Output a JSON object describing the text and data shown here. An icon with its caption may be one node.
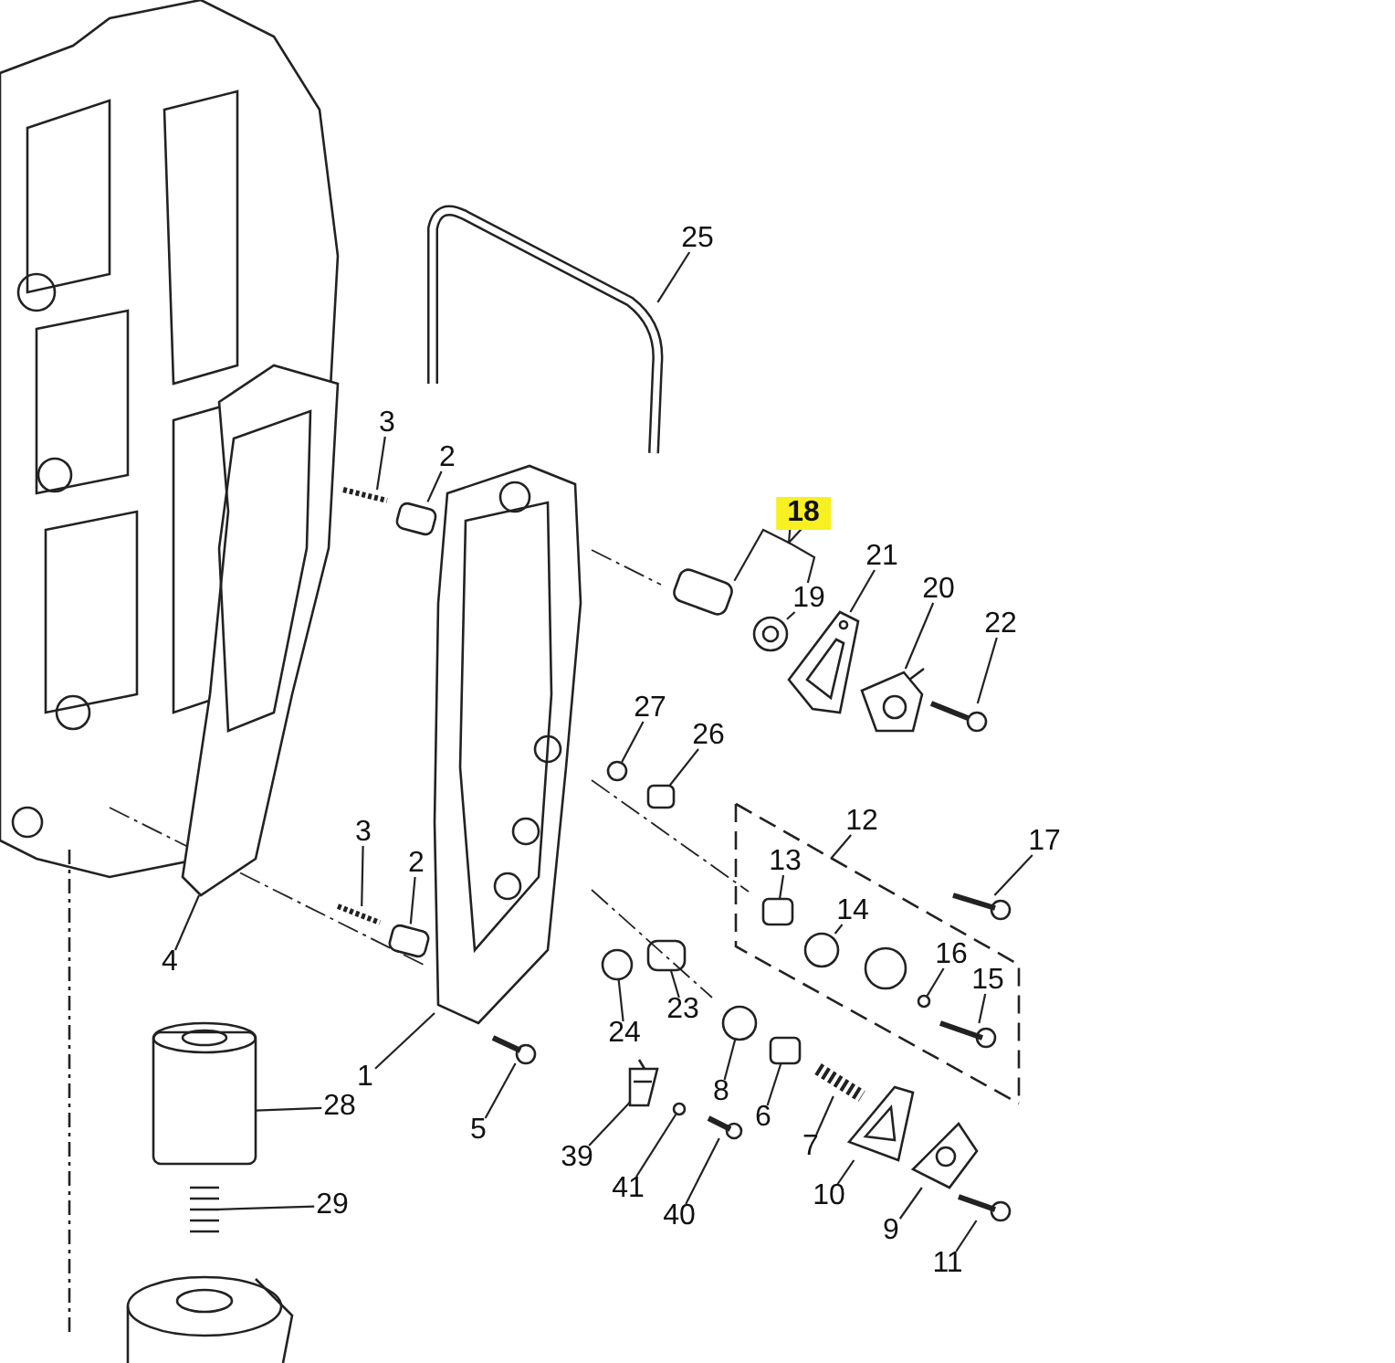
{
  "diagram": {
    "nodes": [
      {
        "text": [
          "25"
        ]
      },
      {
        "text": [
          "3"
        ]
      },
      {
        "text": [
          "2"
        ]
      },
      {
        "text": [
          "18"
        ]
      },
      {
        "text": [
          "19"
        ]
      },
      {
        "text": [
          "21"
        ]
      },
      {
        "text": [
          "20"
        ]
      },
      {
        "text": [
          "22"
        ]
      },
      {
        "text": [
          "27"
        ]
      },
      {
        "text": [
          "26"
        ]
      },
      {
        "text": [
          "12"
        ]
      },
      {
        "text": [
          "13"
        ]
      },
      {
        "text": [
          "14"
        ]
      },
      {
        "text": [
          "17"
        ]
      },
      {
        "text": [
          "3"
        ]
      },
      {
        "text": [
          "2"
        ]
      },
      {
        "text": [
          "16"
        ]
      },
      {
        "text": [
          "15"
        ]
      },
      {
        "text": [
          "4"
        ]
      },
      {
        "text": [
          "24"
        ]
      },
      {
        "text": [
          "23"
        ]
      },
      {
        "text": [
          "1"
        ]
      },
      {
        "text": [
          "8"
        ]
      },
      {
        "text": [
          "6"
        ]
      },
      {
        "text": [
          "28"
        ]
      },
      {
        "text": [
          "5"
        ]
      },
      {
        "text": [
          "7"
        ]
      },
      {
        "text": [
          "39"
        ]
      },
      {
        "text": [
          "10"
        ]
      },
      {
        "text": [
          "41"
        ]
      },
      {
        "text": [
          "29"
        ]
      },
      {
        "text": [
          "40"
        ]
      },
      {
        "text": [
          "9"
        ]
      },
      {
        "text": [
          "11"
        ]
      },
      {
        "text": [],
        "shape": "picture"
      },
      {
        "text": [],
        "shape": "picture"
      },
      {
        "text": [],
        "shape": "box"
      },
      {
        "text": [],
        "shape": "box"
      },
      {
        "text": [],
        "shape": "circle"
      },
      {
        "text": [],
        "shape": "picture"
      },
      {
        "text": [],
        "shape": "picture"
      },
      {
        "text": [],
        "shape": "picture"
      },
      {
        "text": [],
        "shape": "circle"
      },
      {
        "text": [],
        "shape": "box"
      },
      {
        "text": [],
        "shape": "box"
      },
      {
        "text": [],
        "shape": "circle"
      },
      {
        "text": [],
        "shape": "picture"
      },
      {
        "text": [],
        "shape": "picture"
      },
      {
        "text": [],
        "shape": "box"
      },
      {
        "text": [],
        "shape": "circle"
      },
      {
        "text": [],
        "shape": "picture"
      },
      {
        "text": [],
        "shape": "picture"
      },
      {
        "text": [],
        "shape": "circle"
      },
      {
        "text": [],
        "shape": "box"
      },
      {
        "text": [],
        "shape": "picture"
      },
      {
        "text": [],
        "shape": "circle"
      },
      {
        "text": [],
        "shape": "box"
      },
      {
        "text": [],
        "shape": "picture"
      },
      {
        "text": [],
        "shape": "picture"
      },
      {
        "text": [],
        "shape": "picture"
      },
      {
        "text": [],
        "shape": "picture"
      },
      {
        "text": [],
        "shape": "picture"
      },
      {
        "text": [],
        "shape": "circle"
      },
      {
        "text": [],
        "shape": "picture"
      },
      {
        "text": [],
        "shape": "picture"
      },
      {
        "text": [],
        "shape": "picture"
      },
      {
        "text": [],
        "shape": "picture"
      }
    ],
    "edges": [
      {
        "from": 0,
        "to": 34,
        "arrow": "none"
      },
      {
        "from": 1,
        "to": 35,
        "arrow": "none"
      },
      {
        "from": 2,
        "to": 36,
        "arrow": "none"
      },
      {
        "from": 3,
        "to": 37,
        "arrow": "none"
      },
      {
        "from": 4,
        "to": 38,
        "arrow": "none"
      },
      {
        "from": 5,
        "to": 39,
        "arrow": "none"
      },
      {
        "from": 6,
        "to": 40,
        "arrow": "none"
      },
      {
        "from": 7,
        "to": 41,
        "arrow": "none"
      },
      {
        "from": 8,
        "to": 42,
        "arrow": "none"
      },
      {
        "from": 9,
        "to": 43,
        "arrow": "none"
      },
      {
        "from": 10,
        "to": null,
        "arrow": "none"
      },
      {
        "from": 11,
        "to": 44,
        "arrow": "none"
      },
      {
        "from": 12,
        "to": 45,
        "arrow": "none"
      },
      {
        "from": 13,
        "to": 46,
        "arrow": "none"
      },
      {
        "from": 14,
        "to": 47,
        "arrow": "none"
      },
      {
        "from": 15,
        "to": 48,
        "arrow": "none"
      },
      {
        "from": 16,
        "to": 49,
        "arrow": "none"
      },
      {
        "from": 17,
        "to": 50,
        "arrow": "none"
      },
      {
        "from": 18,
        "to": 51,
        "arrow": "none"
      },
      {
        "from": 19,
        "to": 52,
        "arrow": "none"
      },
      {
        "from": 20,
        "to": 53,
        "arrow": "none"
      },
      {
        "from": 21,
        "to": 54,
        "arrow": "none"
      },
      {
        "from": 22,
        "to": 55,
        "arrow": "none"
      },
      {
        "from": 23,
        "to": 56,
        "arrow": "none"
      },
      {
        "from": 24,
        "to": 57,
        "arrow": "none"
      },
      {
        "from": 25,
        "to": 58,
        "arrow": "none"
      },
      {
        "from": 26,
        "to": 59,
        "arrow": "none"
      },
      {
        "from": 27,
        "to": 60,
        "arrow": "none"
      },
      {
        "from": 28,
        "to": 61,
        "arrow": "none"
      },
      {
        "from": 29,
        "to": 62,
        "arrow": "none"
      },
      {
        "from": 30,
        "to": 63,
        "arrow": "none"
      },
      {
        "from": 31,
        "to": 64,
        "arrow": "none"
      },
      {
        "from": 32,
        "to": 65,
        "arrow": "none"
      },
      {
        "from": 33,
        "to": 66,
        "arrow": "none"
      },
      {
        "from": 3,
        "to": 4,
        "arrow": "none"
      }
    ]
  }
}
